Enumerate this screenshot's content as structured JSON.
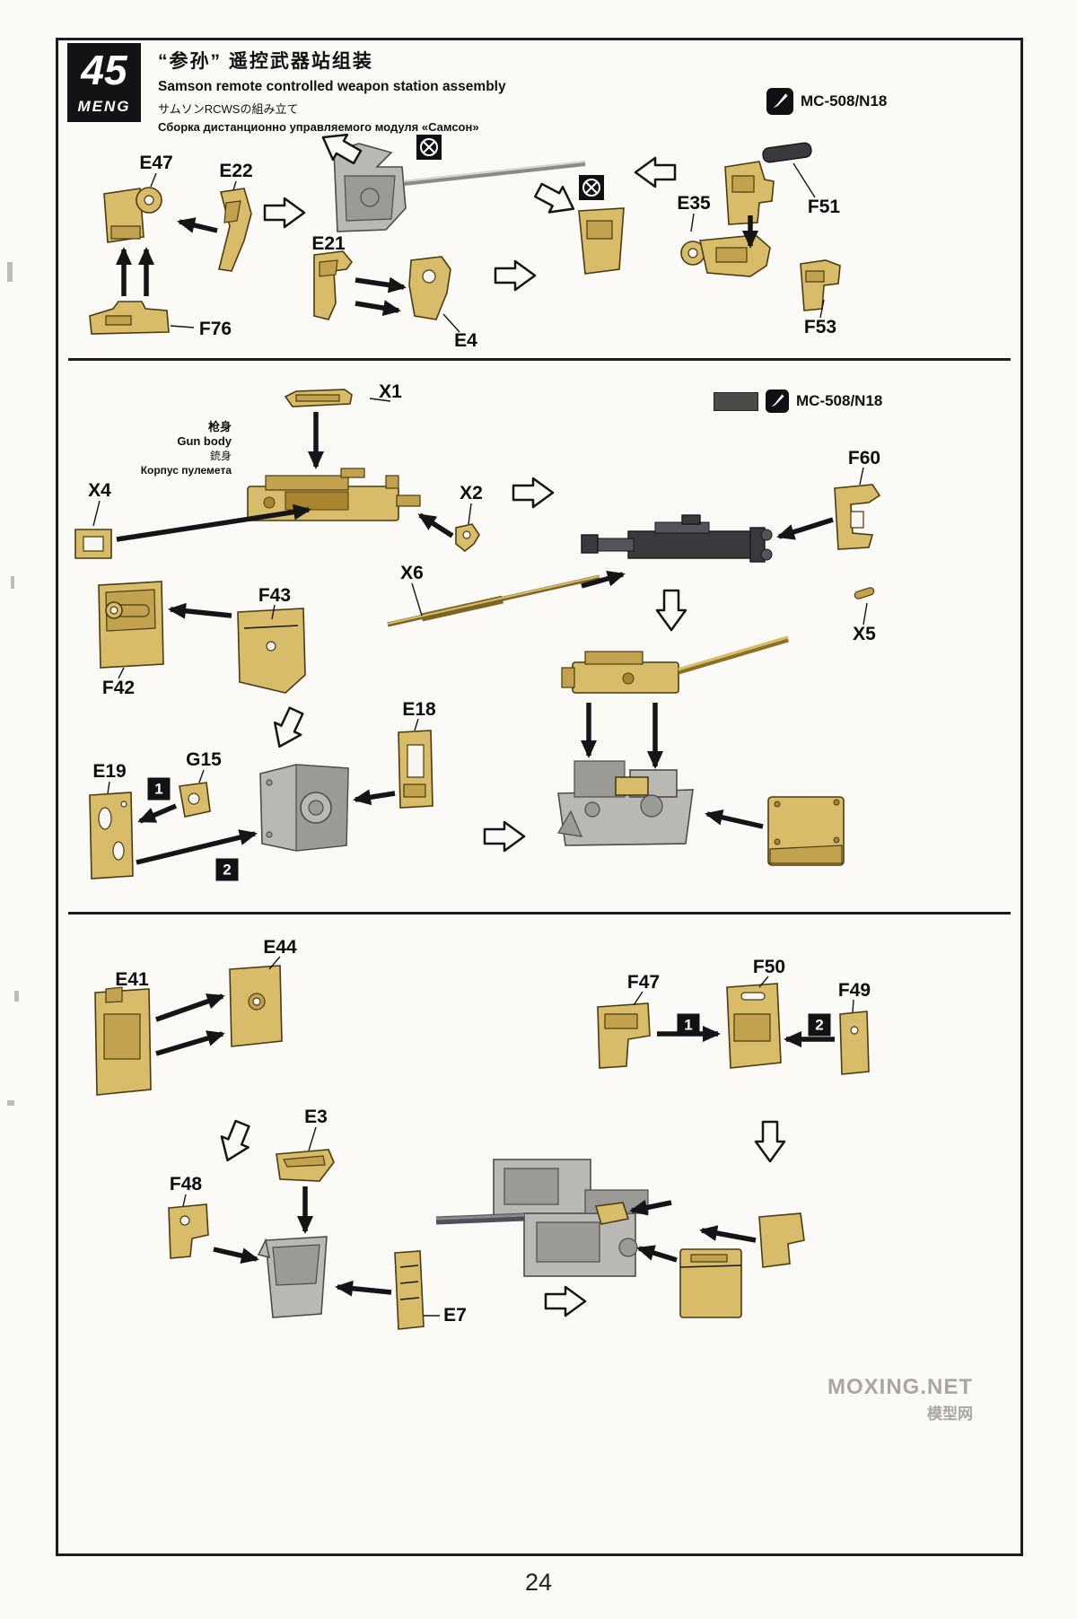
{
  "page": {
    "number": "24",
    "watermark_line1": "MOXING.NET",
    "watermark_line2": "模型网"
  },
  "step": {
    "number": "45",
    "brand": "MENG"
  },
  "header": {
    "title_zh": "“参孙” 遥控武器站组装",
    "title_en": "Samson remote controlled weapon station assembly",
    "title_ja": "サムソンRCWSの組み立て",
    "title_ru": "Сборка дистанционно управляемого модуля «Самсон»"
  },
  "paint": {
    "code": "MC-508/N18"
  },
  "gun_body": {
    "zh": "枪身",
    "en": "Gun body",
    "ja": "銃身",
    "ru": "Корпус пулемета"
  },
  "badges": {
    "one": "1",
    "two": "2"
  },
  "parts": {
    "e47": "E47",
    "e22": "E22",
    "f76": "F76",
    "e21": "E21",
    "e4": "E4",
    "e35": "E35",
    "f51": "F51",
    "f53": "F53",
    "x1": "X1",
    "x4": "X4",
    "x2": "X2",
    "x6": "X6",
    "x5": "X5",
    "f60": "F60",
    "f42": "F42",
    "f43": "F43",
    "e18": "E18",
    "e19": "E19",
    "g15": "G15",
    "e44": "E44",
    "e41": "E41",
    "f47": "F47",
    "f50": "F50",
    "f49": "F49",
    "e3": "E3",
    "f48": "F48",
    "e7": "E7"
  },
  "colors": {
    "part_tan": "#d8bc6a",
    "part_gray": "#b9b8b4",
    "part_dark": "#3a393d",
    "paint_swatch": "#4c4b49",
    "frame": "#1c1c1c"
  }
}
